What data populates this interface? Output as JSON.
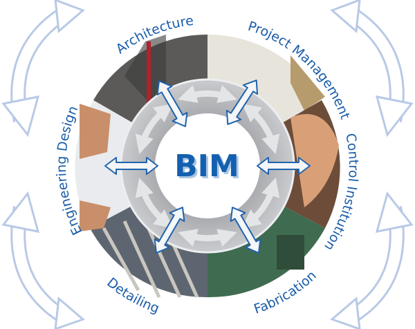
{
  "center_label": "BIM",
  "segments": [
    {
      "label": "Architecture"
    },
    {
      "label": "Project Management"
    },
    {
      "label": "Control Institution"
    },
    {
      "label": "Fabrication"
    },
    {
      "label": "Detailing"
    },
    {
      "label": "Engineering Design"
    }
  ],
  "colors": {
    "label": "#1a5da8",
    "arrow_outline": "#1f63ad",
    "outer_arrow": "#b8c9e6",
    "ring": "#b9bbbf"
  }
}
